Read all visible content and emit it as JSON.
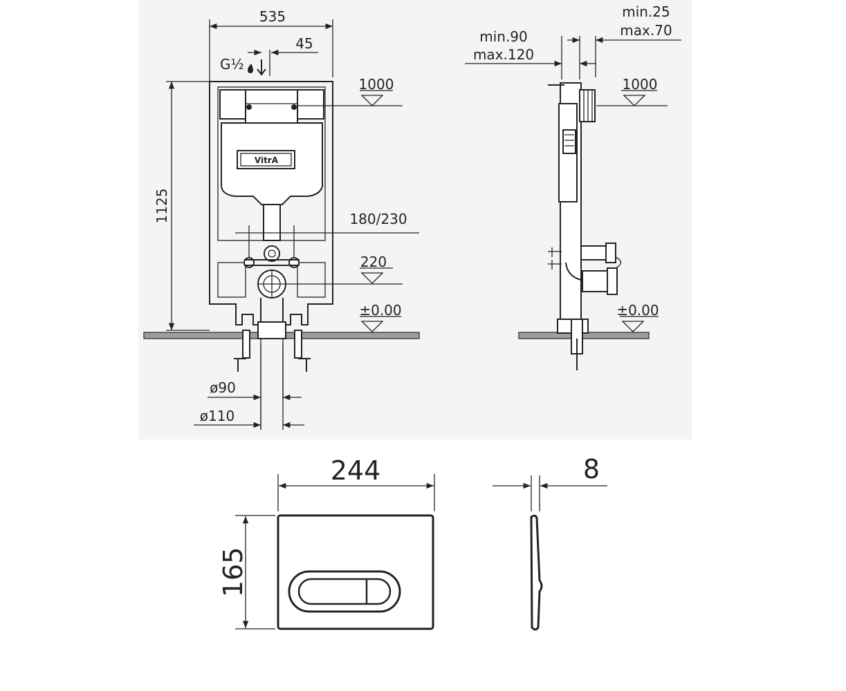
{
  "front_view": {
    "width": "535",
    "inlet_offset": "45",
    "inlet_thread": "G½",
    "height": "1125",
    "level_top": "1000",
    "brand": "VitrA",
    "outlet_spacing": "180/230",
    "level_outlet": "220",
    "level_floor": "±0.00",
    "pipe_small": "ø90",
    "pipe_large": "ø110"
  },
  "side_view": {
    "wall_gap_min": "min.90",
    "wall_gap_max": "max.120",
    "depth_min": "min.25",
    "depth_max": "max.70",
    "level_top": "1000",
    "level_floor": "±0.00"
  },
  "plate_front": {
    "width": "244",
    "height": "165"
  },
  "plate_side": {
    "thickness": "8"
  }
}
